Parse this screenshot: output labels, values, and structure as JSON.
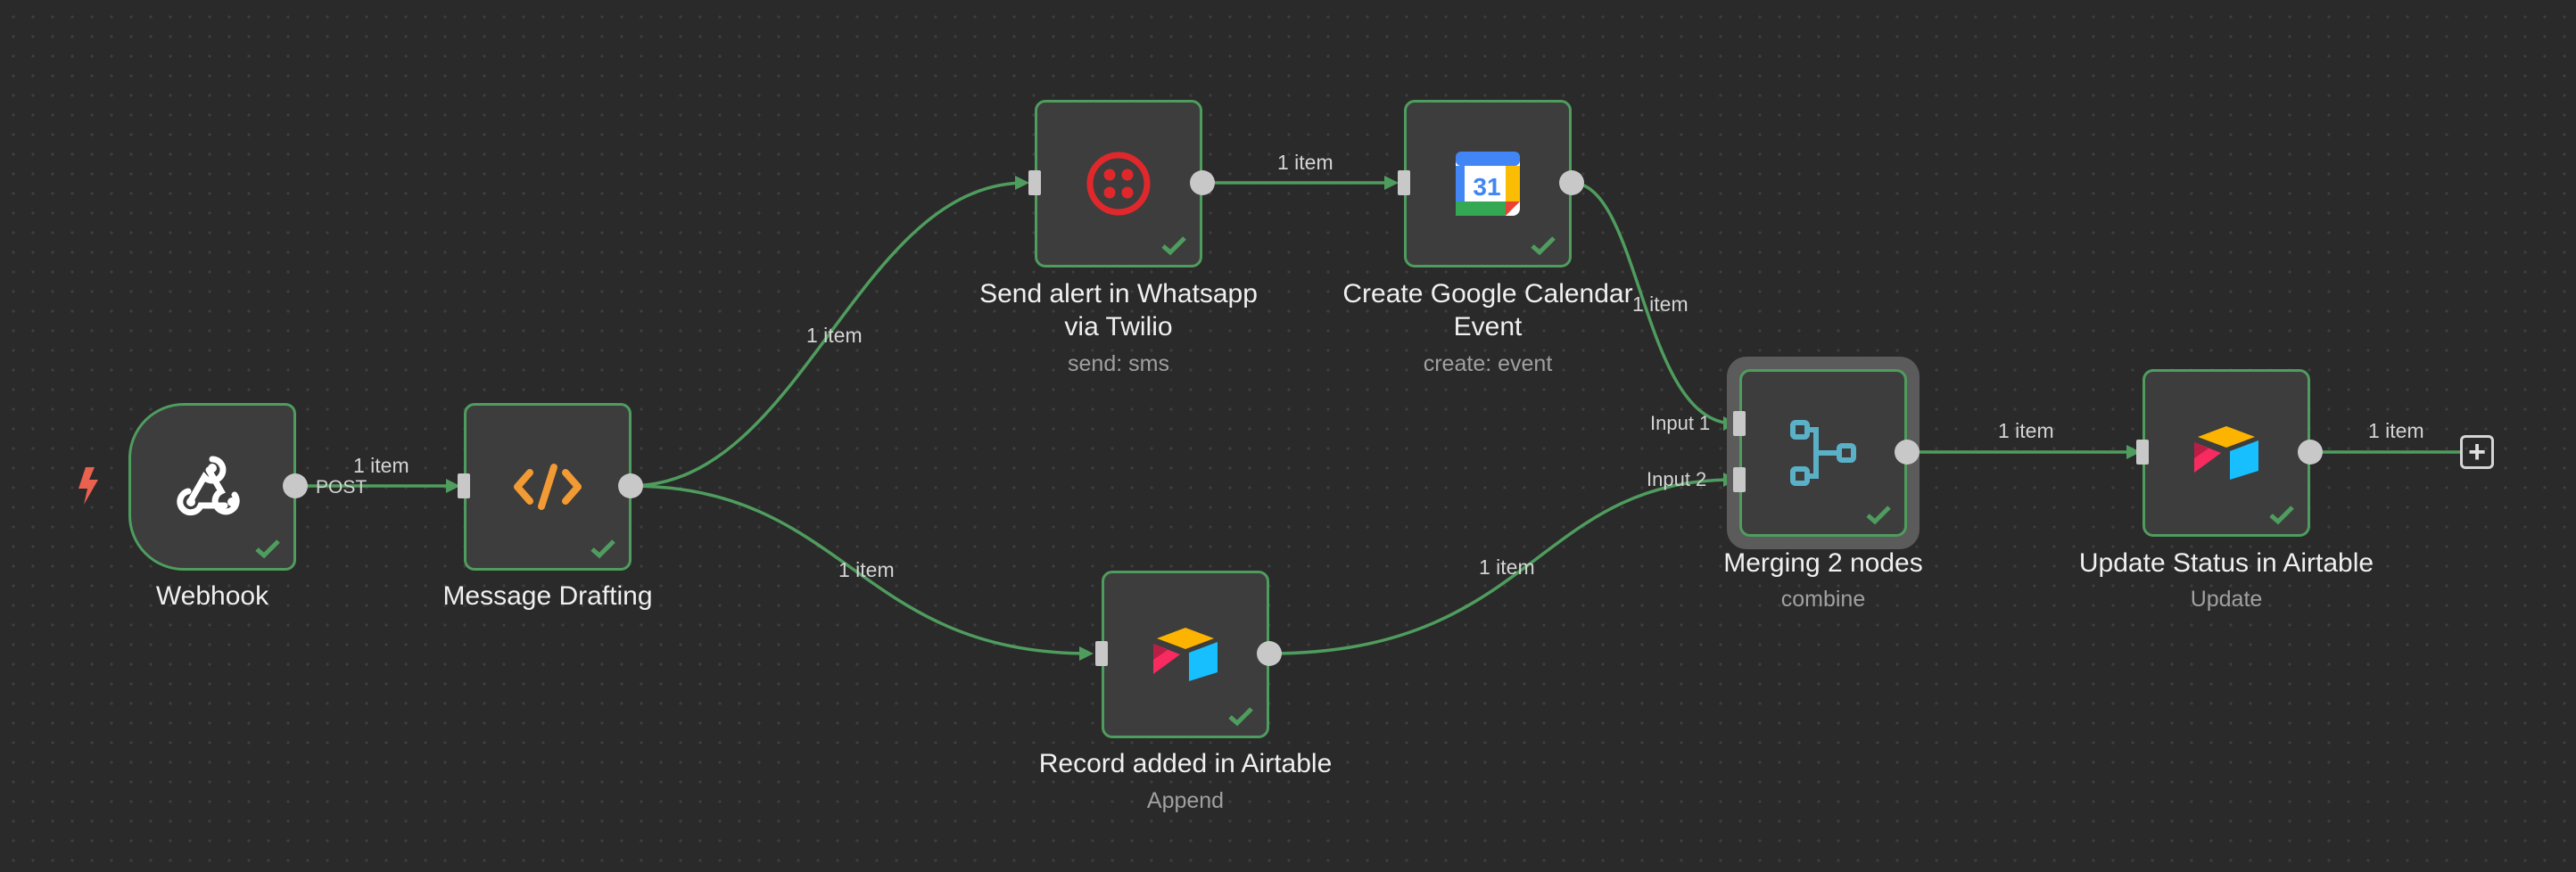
{
  "canvas": {
    "background": "#2a2a2a",
    "accent_success": "#4f9d5e",
    "trigger_icon": "lightning-bolt-icon"
  },
  "nodes": {
    "webhook": {
      "title": "Webhook",
      "icon": "webhook-icon",
      "method_badge": "POST",
      "status": "success"
    },
    "message_drafting": {
      "title": "Message Drafting",
      "icon": "code-icon",
      "status": "success"
    },
    "twilio": {
      "title_line1": "Send alert in Whatsapp",
      "title_line2": "via Twilio",
      "subtitle": "send: sms",
      "icon": "twilio-icon",
      "status": "success"
    },
    "gcal": {
      "title_line1": "Create Google Calendar",
      "title_line2": "Event",
      "subtitle": "create: event",
      "icon": "google-calendar-icon",
      "icon_text": "31",
      "status": "success"
    },
    "airtable_record": {
      "title": "Record added in Airtable",
      "subtitle": "Append",
      "icon": "airtable-icon",
      "status": "success"
    },
    "merge": {
      "title": "Merging 2 nodes",
      "subtitle": "combine",
      "icon": "merge-icon",
      "input_1": "Input 1",
      "input_2": "Input 2",
      "status": "success"
    },
    "airtable_update": {
      "title": "Update Status in Airtable",
      "subtitle": "Update",
      "icon": "airtable-icon",
      "status": "success"
    }
  },
  "connections": {
    "webhook_to_drafting": "1 item",
    "drafting_to_twilio": "1 item",
    "drafting_to_airtable": "1 item",
    "twilio_to_gcal": "1 item",
    "gcal_to_merge": "1 item",
    "airtable_to_merge": "1 item",
    "merge_to_update": "1 item",
    "update_to_end": "1 item"
  },
  "add_node_button": {
    "label": "+",
    "icon": "plus-icon"
  }
}
